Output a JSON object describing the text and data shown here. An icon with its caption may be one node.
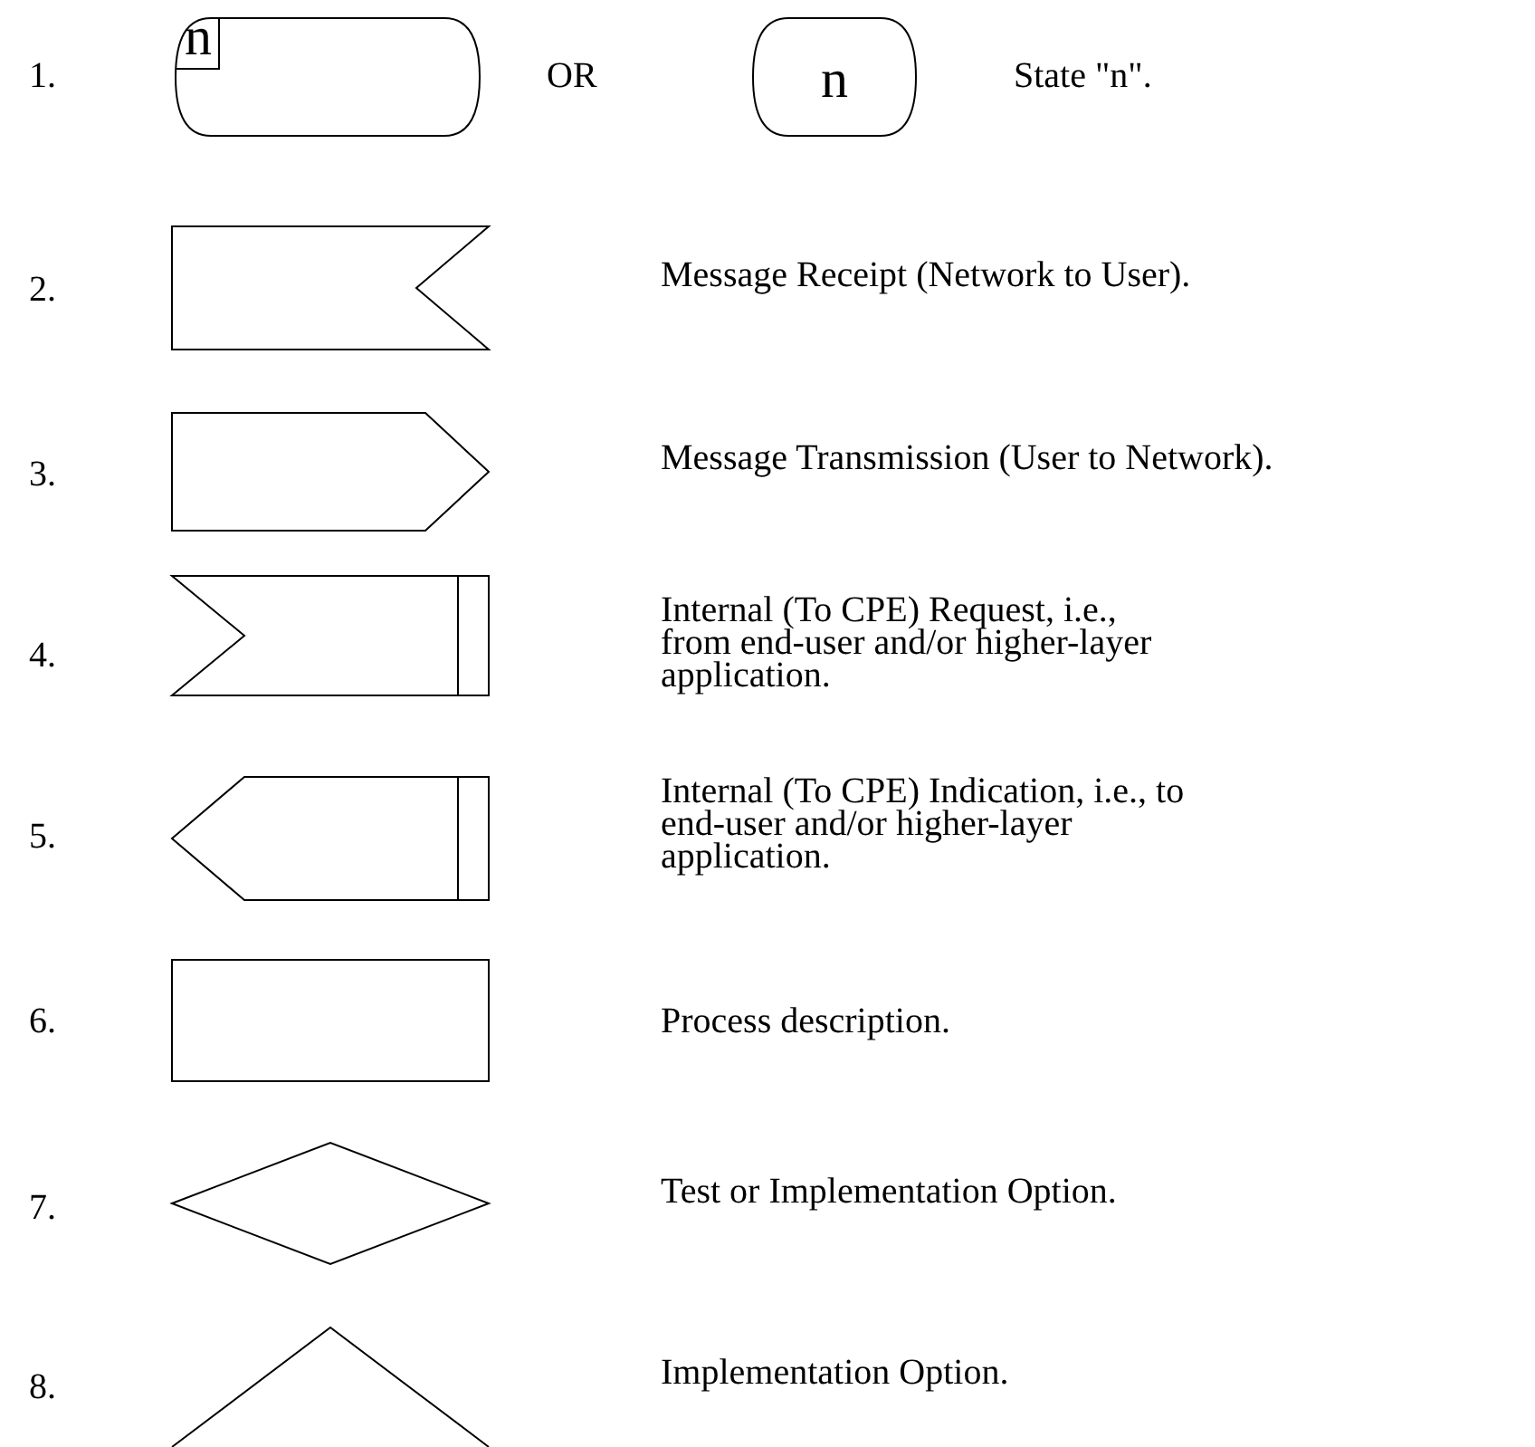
{
  "diagram": {
    "nodes": [
      {
        "text": [
          "n"
        ]
      },
      {
        "text": [
          "n"
        ]
      },
      {
        "text": [],
        "shape": "banner"
      },
      {
        "text": [],
        "shape": "pentagon"
      },
      {
        "text": [],
        "shape": "chevron"
      },
      {
        "text": [],
        "shape": "pentagon"
      },
      {
        "text": [],
        "shape": "box"
      },
      {
        "text": [],
        "shape": "diamond"
      },
      {
        "text": [],
        "shape": "triangle"
      }
    ],
    "edges": [],
    "labels": [
      "1.",
      "OR",
      "State \"n\".",
      "2.",
      "Message Receipt (Network to User).",
      "3.",
      "Message Transmission (User to Network).",
      "4.",
      "Internal (To CPE) Request, i.e., from end-user and/or higher-layer application.",
      "5.",
      "Internal (To CPE) Indication, i.e., to end-user and/or higher-layer application.",
      "6.",
      "Process description.",
      "7.",
      "Test or Implementation Option.",
      "8.",
      "Implementation Option."
    ]
  }
}
